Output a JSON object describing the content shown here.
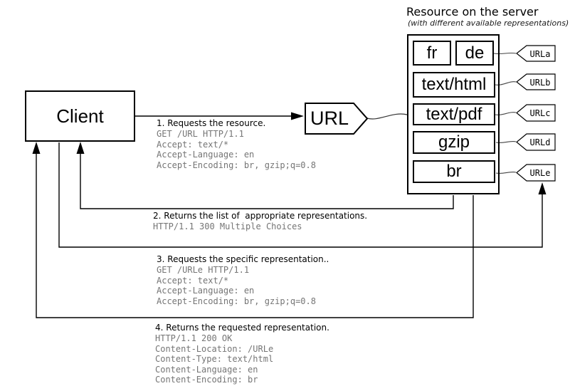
{
  "client": {
    "label": "Client"
  },
  "url_node": {
    "label": "URL"
  },
  "server": {
    "title": "Resource on the server",
    "subtitle": "(with different available representations)",
    "representations": [
      {
        "label": "fr"
      },
      {
        "label": "de"
      },
      {
        "label": "text/html"
      },
      {
        "label": "text/pdf"
      },
      {
        "label": "gzip"
      },
      {
        "label": "br"
      }
    ],
    "urls": [
      {
        "label": "URLa"
      },
      {
        "label": "URLb"
      },
      {
        "label": "URLc"
      },
      {
        "label": "URLd"
      },
      {
        "label": "URLe"
      }
    ]
  },
  "messages": [
    {
      "title": "1. Requests the resource.",
      "lines": [
        "GET /URL HTTP/1.1",
        "Accept: text/*",
        "Accept-Language: en",
        "Accept-Encoding: br, gzip;q=0.8"
      ]
    },
    {
      "title": "2. Returns the list of  appropriate representations.",
      "lines": [
        "HTTP/1.1 300 Multiple Choices"
      ]
    },
    {
      "title": "3. Requests the specific representation..",
      "lines": [
        "GET /URLe HTTP/1.1",
        "Accept: text/*",
        "Accept-Language: en",
        "Accept-Encoding: br, gzip;q=0.8"
      ]
    },
    {
      "title": "4. Returns the requested representation.",
      "lines": [
        "HTTP/1.1 200 OK",
        "Content-Location: /URLe",
        "Content-Type: text/html",
        "Content-Language: en",
        "Content-Encoding: br"
      ]
    }
  ],
  "colors": {
    "line": "#000000",
    "mono_text": "#757575",
    "connector": "#444444",
    "background": "#ffffff"
  }
}
